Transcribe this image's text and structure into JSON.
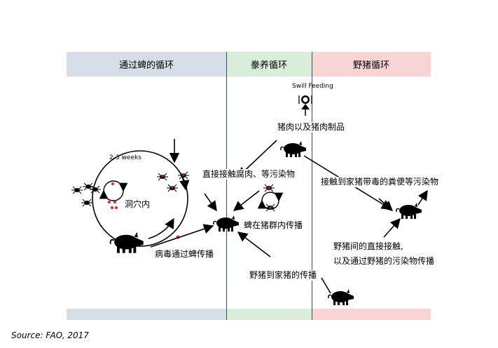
{
  "headers": {
    "tick_cycle": "通过蜱的循环",
    "swill_cycle": "豢养循环",
    "wild_cycle": "野猪循环"
  },
  "labels": {
    "swill_feeding": "Swill Feeding",
    "pork_products": "猪肉以及猪肉制品",
    "weeks": "2-3 weeks",
    "cave": "洞穴内",
    "direct_contact": "直接接触腐肉、等污染物",
    "tick_spread_in_herd": "蜱在猪群内传播",
    "virus_via_tick": "病毒通过蜱传播",
    "contact_domestic_feces": "接触到家猪带毒的粪便等污染物",
    "wild_direct_contact_line1": "野猪间的直接接触,",
    "wild_direct_contact_line2": "以及通过野猪的污染物传播",
    "wild_to_domestic": "野猪到家猪的传播"
  },
  "icons": {
    "dish": "plate-fork-knife-icon",
    "pig": "pig-icon",
    "wild_boar": "wild-boar-icon",
    "tick": "tick-icon",
    "cycle": "cycle-arrows-icon"
  },
  "colors": {
    "tick_band": "#d5dde7",
    "swill_band": "#d8eed9",
    "wild_band": "#f8d4d4",
    "virus_dot": "#e0262a"
  },
  "source": "Source: FAO, 2017"
}
